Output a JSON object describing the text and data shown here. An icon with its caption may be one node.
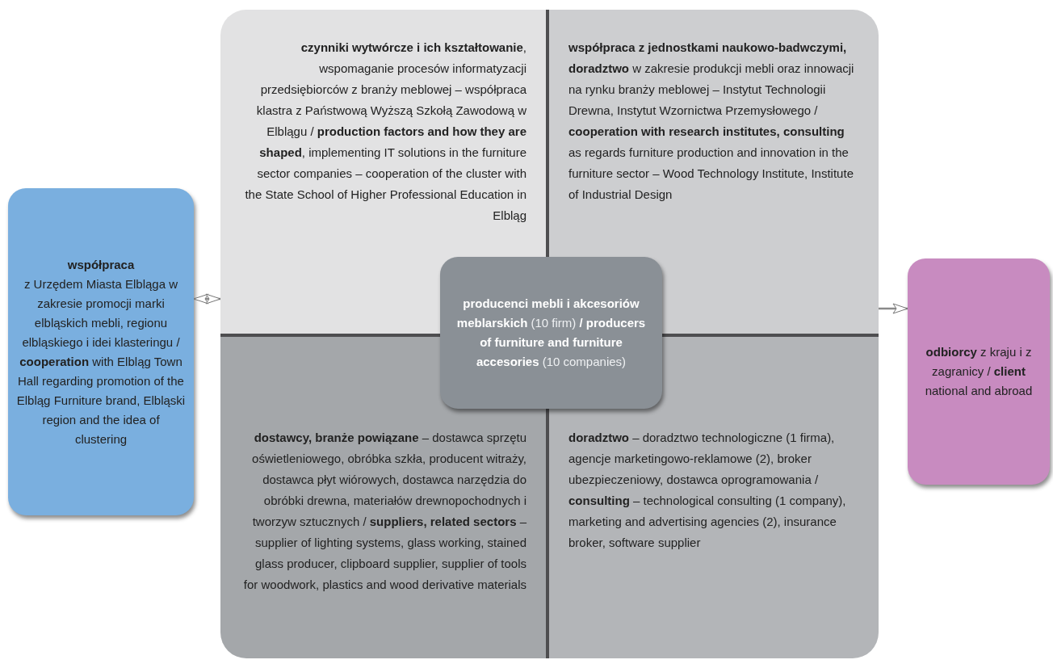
{
  "diagram": {
    "nodes": [
      {
        "text": [
          "współpraca",
          "z Urzędem Miasta Elbląga w zakresie promocji marki elbląskich mebli, regionu elbląskiego i idei klasteringu / **cooperation** with Elbląg Town Hall regarding promotion of the Elbląg Furniture brand, Elbląski region and the idea of clustering"
        ]
      },
      {
        "text": [
          "**czynniki wytwórcze i ich kształtowanie**, wspomaganie procesów informatyzacji przedsiębiorców z branży meblowej – współpraca klastra z Państwową Wyższą Szkołą Zawodową w Elblągu / **production factors and how they are shaped**, implementing IT solutions in the furniture sector companies – cooperation of the cluster with the State School of Higher Professional Education in Elbląg"
        ]
      },
      {
        "text": [
          "**współpraca z jednostkami naukowo-badwczymi, doradztwo** w zakresie produkcji mebli oraz innowacji na rynku branży meblowej – Instytut Technologii Drewna, Instytut Wzornictwa Przemysłowego / **cooperation with research institutes, consulting** as regards furniture production and innovation in the furniture sector – Wood Technology Institute, Institute of Industrial Design"
        ]
      },
      {
        "text": [
          "**producenci mebli i akcesoriów meblarskich** (10 firm) **/ producers of furniture and furniture accesories** (10 companies)"
        ]
      },
      {
        "text": [
          "**dostawcy, branże powiązane** – dostawca sprzętu oświetleniowego, obróbka szkła, producent witraży, dostawca płyt wiórowych, dostawca narzędzia do obróbki drewna, materiałów drewnopochodnych i tworzyw sztucznych / **suppliers, related sectors** – supplier of lighting systems, glass working, stained glass producer, clipboard supplier, supplier of tools for woodwork, plastics and wood derivative materials"
        ]
      },
      {
        "text": [
          "**doradztwo** – doradztwo technologiczne (1 firma), agencje marketingowo-reklamowe (2), broker ubezpieczeniowy, dostawca oprogramowania / **consulting** – technological consulting (1 company), marketing and advertising agencies (2), insurance broker, software supplier"
        ]
      },
      {
        "text": [
          "**odbiorcy** z kraju i z zagranicy / **client** national and abroad"
        ]
      }
    ],
    "edges": [
      {
        "from": 0,
        "to": 1,
        "arrow": "both"
      },
      {
        "from": 2,
        "to": 6,
        "arrow": "to"
      }
    ]
  }
}
